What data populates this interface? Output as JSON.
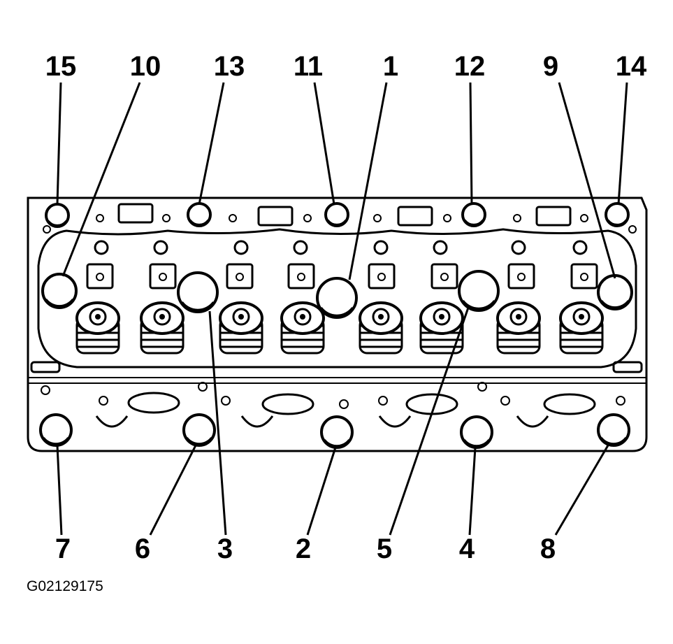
{
  "figure_id": "G02129175",
  "callouts_top": [
    "15",
    "10",
    "13",
    "11",
    "1",
    "12",
    "9",
    "14"
  ],
  "callouts_bottom": [
    "7",
    "6",
    "3",
    "2",
    "5",
    "4",
    "8"
  ],
  "colors": {
    "ink": "#000000",
    "paper": "#ffffff"
  }
}
